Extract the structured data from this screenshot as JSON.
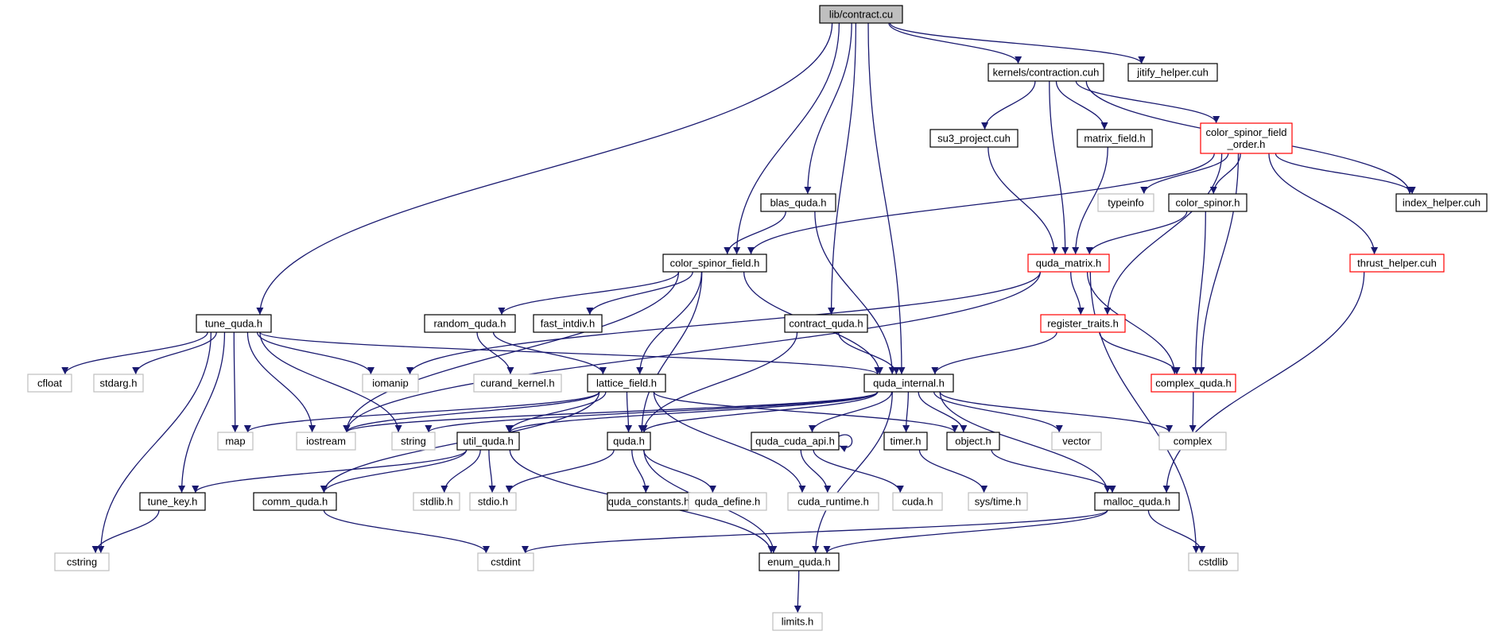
{
  "colors": {
    "edge": "#191970",
    "root_fill": "#bfbfbf",
    "normal_border": "#000000",
    "external_border": "#bfbfbf",
    "truncated_border": "#ff0000"
  },
  "nodes": [
    {
      "id": "root",
      "label": "lib/contract.cu",
      "kind": "root"
    },
    {
      "id": "kc",
      "label": "kernels/contraction.cuh",
      "kind": "normal"
    },
    {
      "id": "jit",
      "label": "jitify_helper.cuh",
      "kind": "normal"
    },
    {
      "id": "su3",
      "label": "su3_project.cuh",
      "kind": "normal"
    },
    {
      "id": "mf",
      "label": "matrix_field.h",
      "kind": "normal"
    },
    {
      "id": "csfo",
      "label": [
        "color_spinor_field",
        "_order.h"
      ],
      "kind": "truncated"
    },
    {
      "id": "typeinfo",
      "label": "typeinfo",
      "kind": "external"
    },
    {
      "id": "cs",
      "label": "color_spinor.h",
      "kind": "normal"
    },
    {
      "id": "ih",
      "label": "index_helper.cuh",
      "kind": "normal"
    },
    {
      "id": "blas",
      "label": "blas_quda.h",
      "kind": "normal"
    },
    {
      "id": "csf",
      "label": "color_spinor_field.h",
      "kind": "normal"
    },
    {
      "id": "qm",
      "label": "quda_matrix.h",
      "kind": "truncated"
    },
    {
      "id": "th",
      "label": "thrust_helper.cuh",
      "kind": "truncated"
    },
    {
      "id": "tune",
      "label": "tune_quda.h",
      "kind": "normal"
    },
    {
      "id": "rq",
      "label": "random_quda.h",
      "kind": "normal"
    },
    {
      "id": "fi",
      "label": "fast_intdiv.h",
      "kind": "normal"
    },
    {
      "id": "cq",
      "label": "contract_quda.h",
      "kind": "normal"
    },
    {
      "id": "rt",
      "label": "register_traits.h",
      "kind": "truncated"
    },
    {
      "id": "cfloat",
      "label": "cfloat",
      "kind": "external"
    },
    {
      "id": "stdarg",
      "label": "stdarg.h",
      "kind": "external"
    },
    {
      "id": "iomanip",
      "label": "iomanip",
      "kind": "external"
    },
    {
      "id": "ck",
      "label": "curand_kernel.h",
      "kind": "external"
    },
    {
      "id": "lf",
      "label": "lattice_field.h",
      "kind": "normal"
    },
    {
      "id": "qi",
      "label": "quda_internal.h",
      "kind": "normal"
    },
    {
      "id": "cxq",
      "label": "complex_quda.h",
      "kind": "truncated"
    },
    {
      "id": "map",
      "label": "map",
      "kind": "external"
    },
    {
      "id": "iostream",
      "label": "iostream",
      "kind": "external"
    },
    {
      "id": "string",
      "label": "string",
      "kind": "external"
    },
    {
      "id": "uq",
      "label": "util_quda.h",
      "kind": "normal"
    },
    {
      "id": "quda",
      "label": "quda.h",
      "kind": "normal"
    },
    {
      "id": "qca",
      "label": "quda_cuda_api.h",
      "kind": "normal"
    },
    {
      "id": "timer",
      "label": "timer.h",
      "kind": "normal"
    },
    {
      "id": "obj",
      "label": "object.h",
      "kind": "normal"
    },
    {
      "id": "vector",
      "label": "vector",
      "kind": "external"
    },
    {
      "id": "complex",
      "label": "complex",
      "kind": "external"
    },
    {
      "id": "tk",
      "label": "tune_key.h",
      "kind": "normal"
    },
    {
      "id": "comm",
      "label": "comm_quda.h",
      "kind": "normal"
    },
    {
      "id": "stdlib",
      "label": "stdlib.h",
      "kind": "external"
    },
    {
      "id": "stdio",
      "label": "stdio.h",
      "kind": "external"
    },
    {
      "id": "qc",
      "label": "quda_constants.h",
      "kind": "normal"
    },
    {
      "id": "qd",
      "label": "quda_define.h",
      "kind": "external"
    },
    {
      "id": "cr",
      "label": "cuda_runtime.h",
      "kind": "external"
    },
    {
      "id": "cudah",
      "label": "cuda.h",
      "kind": "external"
    },
    {
      "id": "systime",
      "label": "sys/time.h",
      "kind": "external"
    },
    {
      "id": "mq",
      "label": "malloc_quda.h",
      "kind": "normal"
    },
    {
      "id": "cstring",
      "label": "cstring",
      "kind": "external"
    },
    {
      "id": "cstdint",
      "label": "cstdint",
      "kind": "external"
    },
    {
      "id": "eq",
      "label": "enum_quda.h",
      "kind": "normal"
    },
    {
      "id": "cstdlib",
      "label": "cstdlib",
      "kind": "external"
    },
    {
      "id": "limits",
      "label": "limits.h",
      "kind": "external"
    }
  ],
  "edges": [
    [
      "root",
      "kc"
    ],
    [
      "root",
      "jit"
    ],
    [
      "root",
      "blas"
    ],
    [
      "root",
      "csf"
    ],
    [
      "root",
      "tune"
    ],
    [
      "root",
      "cq"
    ],
    [
      "root",
      "qi"
    ],
    [
      "kc",
      "su3"
    ],
    [
      "kc",
      "mf"
    ],
    [
      "kc",
      "csfo"
    ],
    [
      "kc",
      "qm"
    ],
    [
      "kc",
      "ih"
    ],
    [
      "su3",
      "qm"
    ],
    [
      "mf",
      "qm"
    ],
    [
      "csfo",
      "typeinfo"
    ],
    [
      "csfo",
      "cs"
    ],
    [
      "csfo",
      "ih"
    ],
    [
      "csfo",
      "th"
    ],
    [
      "csfo",
      "csf"
    ],
    [
      "csfo",
      "rt"
    ],
    [
      "csfo",
      "cxq"
    ],
    [
      "cs",
      "qm"
    ],
    [
      "cs",
      "cxq"
    ],
    [
      "blas",
      "csf"
    ],
    [
      "blas",
      "qi"
    ],
    [
      "csf",
      "rq"
    ],
    [
      "csf",
      "fi"
    ],
    [
      "csf",
      "lf"
    ],
    [
      "csf",
      "quda"
    ],
    [
      "csf",
      "qi"
    ],
    [
      "csf",
      "iostream"
    ],
    [
      "qm",
      "rt"
    ],
    [
      "qm",
      "cxq"
    ],
    [
      "qm",
      "cstdlib"
    ],
    [
      "qm",
      "iomanip"
    ],
    [
      "qm",
      "iostream"
    ],
    [
      "th",
      "mq"
    ],
    [
      "tune",
      "cfloat"
    ],
    [
      "tune",
      "stdarg"
    ],
    [
      "tune",
      "iomanip"
    ],
    [
      "tune",
      "map"
    ],
    [
      "tune",
      "iostream"
    ],
    [
      "tune",
      "string"
    ],
    [
      "tune",
      "tk"
    ],
    [
      "tune",
      "cstring"
    ],
    [
      "tune",
      "qi"
    ],
    [
      "rq",
      "ck"
    ],
    [
      "rq",
      "lf"
    ],
    [
      "cq",
      "qi"
    ],
    [
      "cq",
      "quda"
    ],
    [
      "rt",
      "qi"
    ],
    [
      "rt",
      "cxq"
    ],
    [
      "cxq",
      "complex"
    ],
    [
      "lf",
      "map"
    ],
    [
      "lf",
      "iostream"
    ],
    [
      "lf",
      "uq"
    ],
    [
      "lf",
      "quda"
    ],
    [
      "lf",
      "comm"
    ],
    [
      "lf",
      "cr"
    ],
    [
      "lf",
      "obj"
    ],
    [
      "qi",
      "string"
    ],
    [
      "qi",
      "uq"
    ],
    [
      "qi",
      "quda"
    ],
    [
      "qi",
      "qca"
    ],
    [
      "qi",
      "timer"
    ],
    [
      "qi",
      "obj"
    ],
    [
      "qi",
      "vector"
    ],
    [
      "qi",
      "complex"
    ],
    [
      "qi",
      "mq"
    ],
    [
      "qi",
      "eq"
    ],
    [
      "qi",
      "iostream"
    ],
    [
      "uq",
      "tk"
    ],
    [
      "uq",
      "comm"
    ],
    [
      "uq",
      "stdlib"
    ],
    [
      "uq",
      "stdio"
    ],
    [
      "uq",
      "eq"
    ],
    [
      "quda",
      "stdio"
    ],
    [
      "quda",
      "qc"
    ],
    [
      "quda",
      "qd"
    ],
    [
      "quda",
      "eq"
    ],
    [
      "qca",
      "cr"
    ],
    [
      "qca",
      "cudah"
    ],
    [
      "qca",
      "qca"
    ],
    [
      "timer",
      "systime"
    ],
    [
      "obj",
      "mq"
    ],
    [
      "tk",
      "cstring"
    ],
    [
      "comm",
      "cstdint"
    ],
    [
      "mq",
      "cstdint"
    ],
    [
      "mq",
      "eq"
    ],
    [
      "mq",
      "cstdlib"
    ],
    [
      "eq",
      "limits"
    ]
  ]
}
